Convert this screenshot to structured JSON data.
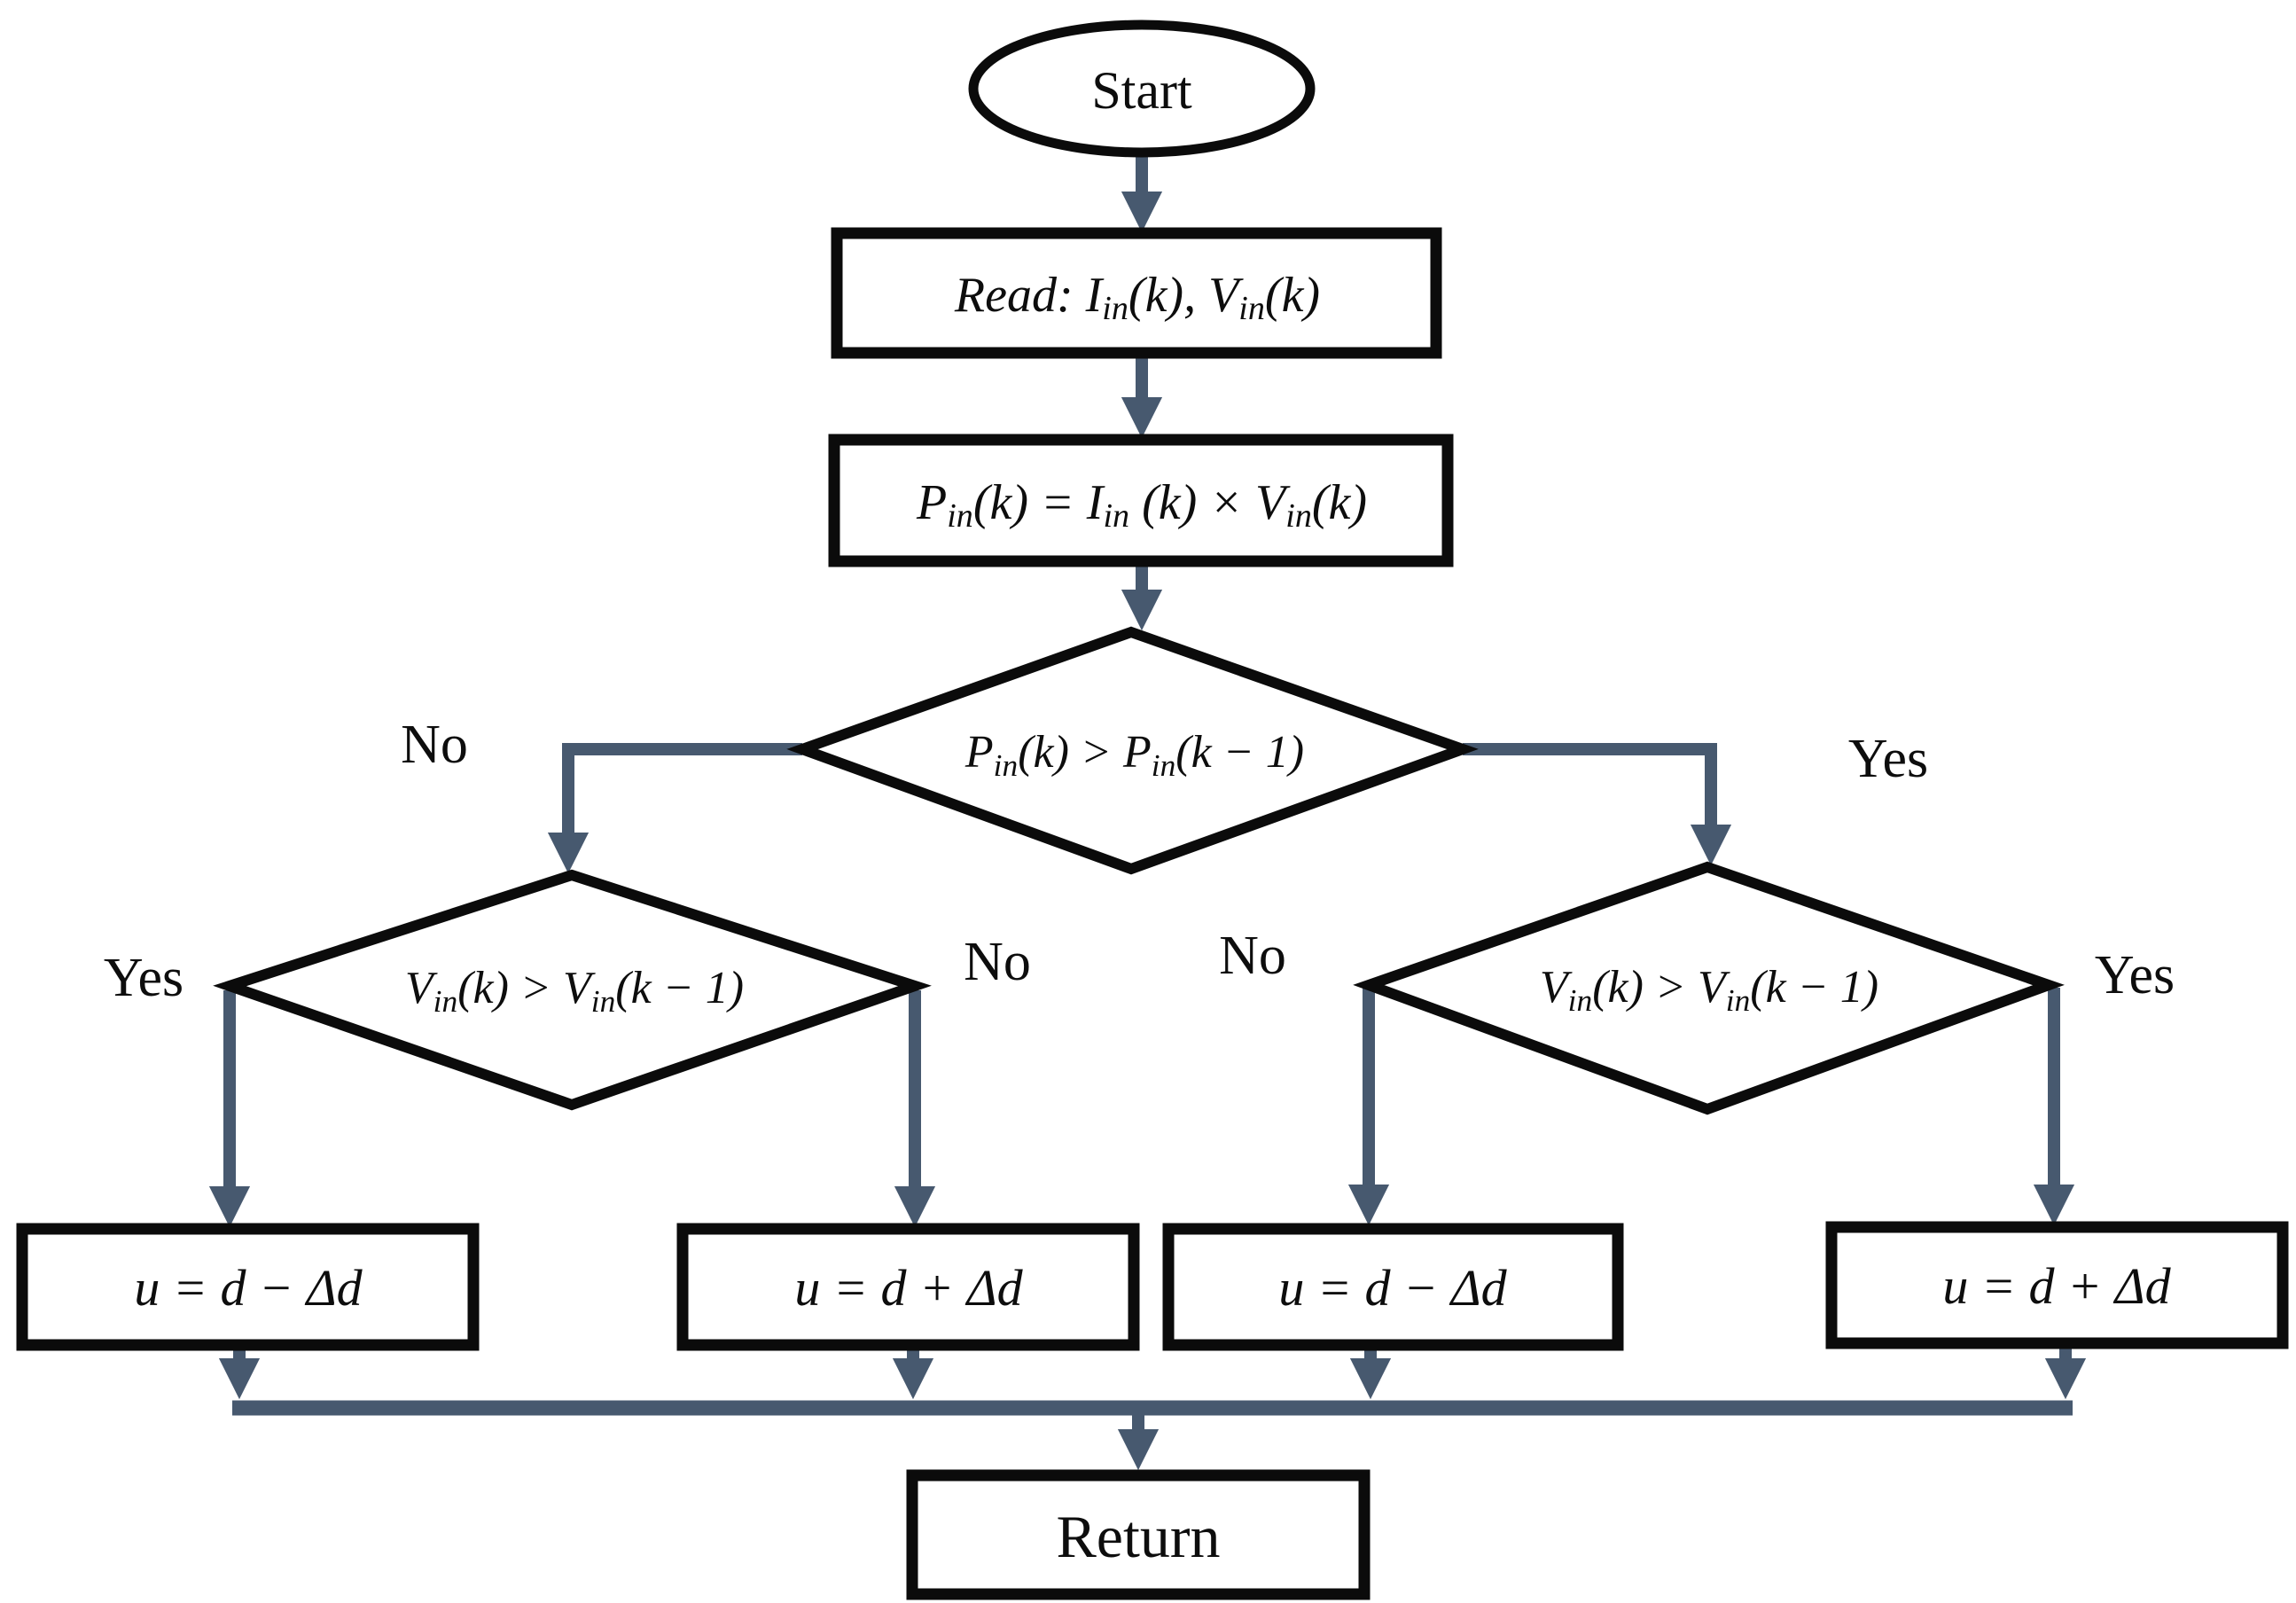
{
  "diagram": {
    "title": "P&O MPPT algorithm flowchart",
    "connector_color": "#47596F",
    "shape_stroke_color": "#0b0b0b",
    "text_color": "#0d0d0d",
    "background": "#ffffff",
    "nodes": {
      "start": {
        "type": "terminator",
        "label": "Start"
      },
      "read": {
        "type": "process",
        "rich": [
          {
            "t": "Read: "
          },
          {
            "t": "I"
          },
          {
            "t": "in",
            "sub": true
          },
          {
            "t": "(k), "
          },
          {
            "t": "V"
          },
          {
            "t": "in",
            "sub": true
          },
          {
            "t": "(k)"
          }
        ]
      },
      "power": {
        "type": "process",
        "rich": [
          {
            "t": "P"
          },
          {
            "t": "in",
            "sub": true
          },
          {
            "t": "(k) = "
          },
          {
            "t": "I"
          },
          {
            "t": "in",
            "sub": true
          },
          {
            "t": " (k) × "
          },
          {
            "t": "V"
          },
          {
            "t": "in",
            "sub": true
          },
          {
            "t": "(k)"
          }
        ]
      },
      "decision_power": {
        "type": "decision",
        "rich": [
          {
            "t": "P"
          },
          {
            "t": "in",
            "sub": true
          },
          {
            "t": "(k) > "
          },
          {
            "t": "P"
          },
          {
            "t": "in",
            "sub": true
          },
          {
            "t": "(k − 1)"
          }
        ]
      },
      "decision_voltage_left": {
        "type": "decision",
        "rich": [
          {
            "t": "V"
          },
          {
            "t": "in",
            "sub": true
          },
          {
            "t": "(k) > "
          },
          {
            "t": "V"
          },
          {
            "t": "in",
            "sub": true
          },
          {
            "t": "(k − 1)"
          }
        ]
      },
      "decision_voltage_right": {
        "type": "decision",
        "rich": [
          {
            "t": "V"
          },
          {
            "t": "in",
            "sub": true
          },
          {
            "t": "(k) > "
          },
          {
            "t": "V"
          },
          {
            "t": "in",
            "sub": true
          },
          {
            "t": "(k − 1)"
          }
        ]
      },
      "action_decrease_1": {
        "type": "process",
        "rich": [
          {
            "t": "u = d − Δd"
          }
        ]
      },
      "action_increase_1": {
        "type": "process",
        "rich": [
          {
            "t": "u = d + Δd"
          }
        ]
      },
      "action_decrease_2": {
        "type": "process",
        "rich": [
          {
            "t": "u = d − Δd"
          }
        ]
      },
      "action_increase_2": {
        "type": "process",
        "rich": [
          {
            "t": "u = d + Δd"
          }
        ]
      },
      "return": {
        "type": "process",
        "label": "Return"
      }
    },
    "edge_labels": {
      "no_left": "No",
      "yes_right": "Yes",
      "yes_far_left": "Yes",
      "no_mid_left": "No",
      "no_mid_right": "No",
      "yes_far_right": "Yes"
    }
  }
}
